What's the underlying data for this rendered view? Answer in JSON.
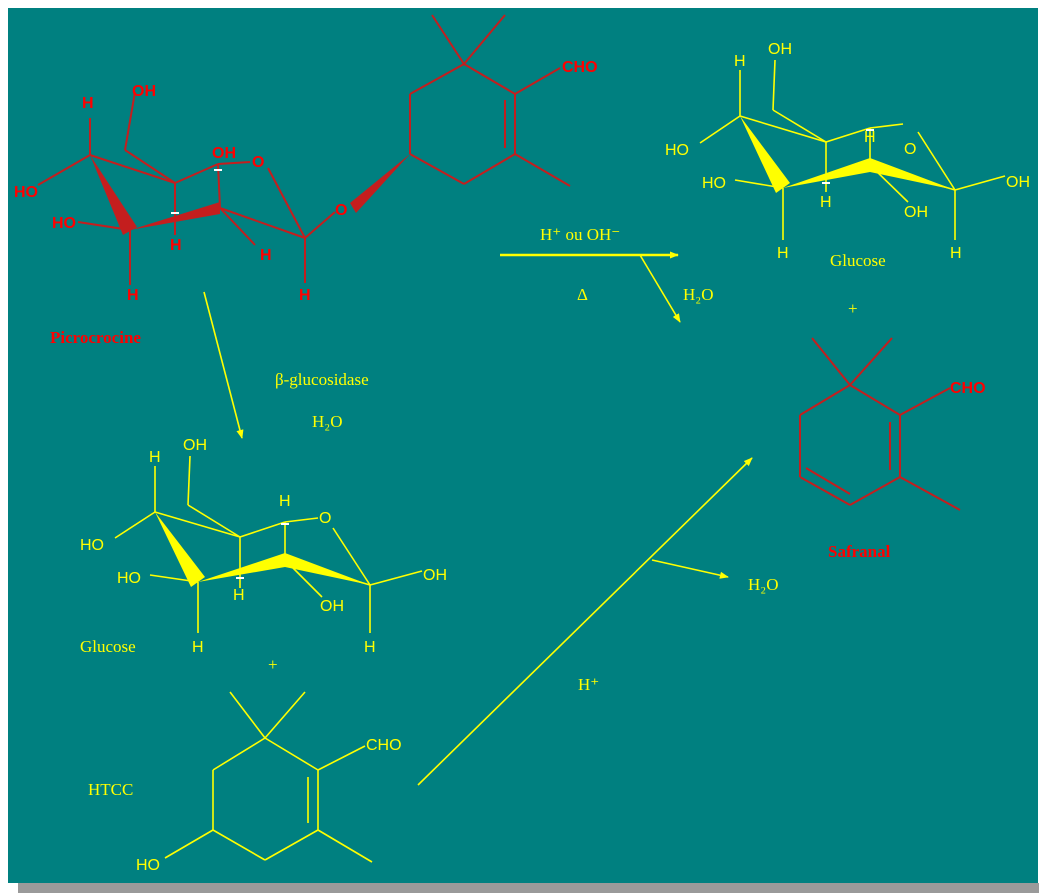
{
  "colors": {
    "background": "#008080",
    "bond_red": "#c41e1e",
    "label_red": "#ff0000",
    "yellow": "#ffff00",
    "white": "#ffffff"
  },
  "compounds": {
    "picrocrocine": {
      "name": "Picrocrocine",
      "atoms": {
        "cho": "CHO",
        "oh_top": "OH",
        "oh_ring": "OH",
        "ho_left": "HO",
        "ho_front": "HO",
        "o_ring": "O",
        "o_link": "O",
        "h1": "H",
        "h2": "H",
        "h3": "H",
        "h4": "H",
        "h5": "H"
      }
    },
    "glucose_top": {
      "name": "Glucose",
      "atoms": {
        "oh_top": "OH",
        "h_top": "H",
        "ho_left": "HO",
        "ho_front": "HO",
        "o_ring": "O",
        "h_ring": "H",
        "oh_right": "OH",
        "oh_bottom": "OH",
        "h_mid": "H",
        "h_b1": "H",
        "h_b2": "H"
      }
    },
    "glucose_bottom": {
      "name": "Glucose",
      "atoms": {
        "oh_top": "OH",
        "h_top": "H",
        "ho_left": "HO",
        "ho_front": "HO",
        "o_ring": "O",
        "h_ring": "H",
        "oh_right": "OH",
        "oh_bottom": "OH",
        "h_mid": "H",
        "h_b1": "H",
        "h_b2": "H"
      }
    },
    "safranal": {
      "name": "Safranal",
      "atoms": {
        "cho": "CHO"
      }
    },
    "htcc": {
      "name": "HTCC",
      "atoms": {
        "cho": "CHO",
        "ho": "HO"
      }
    }
  },
  "reactions": {
    "hydrolysis": {
      "catalyst": "H⁺ ou OH⁻",
      "heat": "Δ",
      "water": "H₂O"
    },
    "enzymatic": {
      "enzyme": "β-glucosidase",
      "water": "H₂O"
    },
    "dehydration": {
      "catalyst": "H⁺",
      "water": "H₂O"
    }
  },
  "plus_signs": [
    "+",
    "+"
  ]
}
